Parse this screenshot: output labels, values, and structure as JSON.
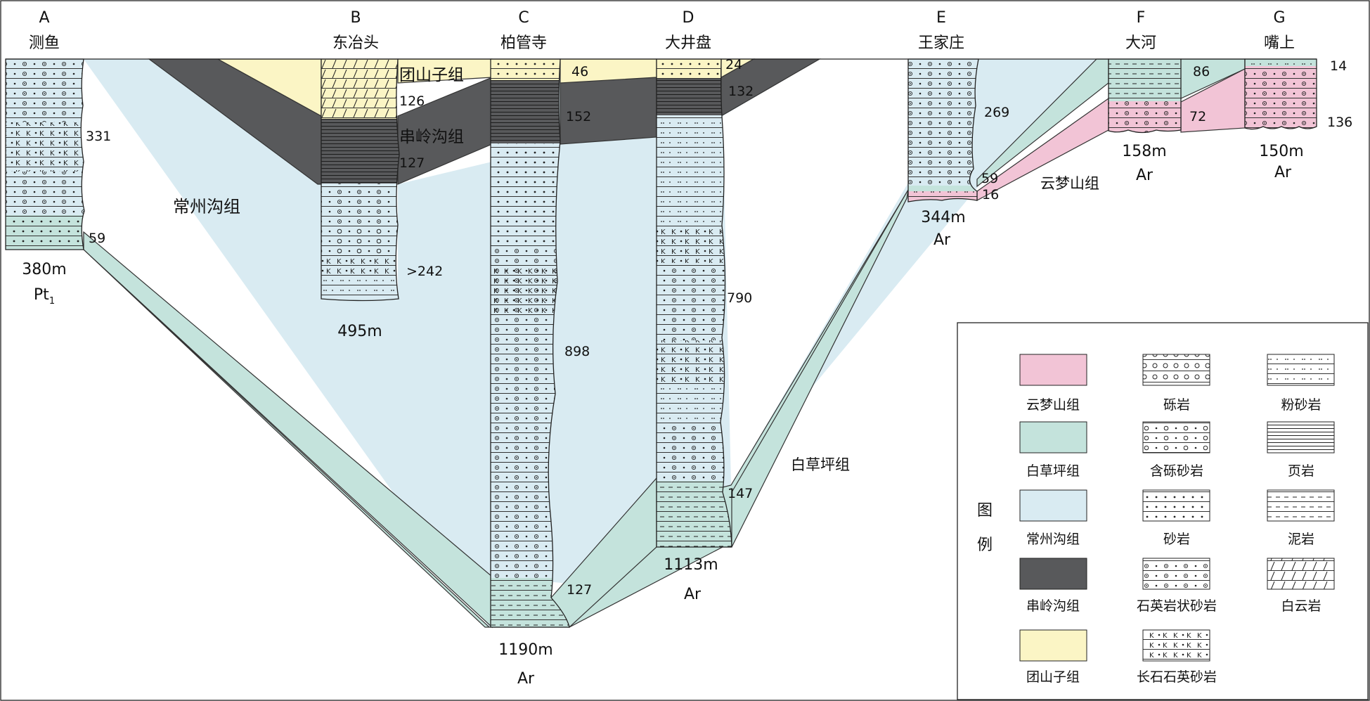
{
  "sections": [
    {
      "letter": "A",
      "name": "测鱼",
      "total": "380m",
      "base": "Pt",
      "base_sub": "1"
    },
    {
      "letter": "B",
      "name": "东冶头",
      "total": "495m",
      "base": "",
      "base_sub": ""
    },
    {
      "letter": "C",
      "name": "柏管寺",
      "total": "1190m",
      "base": "Ar",
      "base_sub": ""
    },
    {
      "letter": "D",
      "name": "大井盘",
      "total": "1113m",
      "base": "Ar",
      "base_sub": ""
    },
    {
      "letter": "E",
      "name": "王家庄",
      "total": "344m",
      "base": "Ar",
      "base_sub": ""
    },
    {
      "letter": "F",
      "name": "大河",
      "total": "158m",
      "base": "Ar",
      "base_sub": ""
    },
    {
      "letter": "G",
      "name": "嘴上",
      "total": "150m",
      "base": "Ar",
      "base_sub": ""
    }
  ],
  "thickness_labels": {
    "a_ch": "331",
    "a_bc": "59",
    "b_ts": "126",
    "b_cl": "127",
    "b_ch": ">242",
    "c_ts": "46",
    "c_cl": "152",
    "c_ch": "898",
    "c_bc": "127",
    "d_ts": "24",
    "d_cl": "132",
    "d_ch": "790",
    "d_bc": "147",
    "e_ch": "269",
    "e_bc": "59",
    "e_ym": "16",
    "f_bc": "86",
    "f_ym": "72",
    "g_bc": "14",
    "g_ym": "136"
  },
  "formation_labels": {
    "tuanshanzi": "团山子组",
    "chuanlinggou": "串岭沟组",
    "changzhougou": "常州沟组",
    "baicaoping": "白草坪组",
    "yunmengshan": "云梦山组"
  },
  "legend": {
    "title_1": "图",
    "title_2": "例",
    "formations": [
      {
        "label": "云梦山组",
        "color": "#f2c4d6"
      },
      {
        "label": "白草坪组",
        "color": "#c4e3dc"
      },
      {
        "label": "常州沟组",
        "color": "#d9ebf2"
      },
      {
        "label": "串岭沟组",
        "color": "#58595b"
      },
      {
        "label": "团山子组",
        "color": "#fbf5c5"
      }
    ],
    "lithologies": [
      {
        "label": "砾岩",
        "icon": "conglomerate-icon"
      },
      {
        "label": "含砾砂岩",
        "icon": "pebbly-sandstone-icon"
      },
      {
        "label": "砂岩",
        "icon": "sandstone-icon"
      },
      {
        "label": "石英岩状砂岩",
        "icon": "quartzitic-sandstone-icon"
      },
      {
        "label": "长石石英砂岩",
        "icon": "arkosic-sandstone-icon"
      },
      {
        "label": "粉砂岩",
        "icon": "siltstone-icon"
      },
      {
        "label": "页岩",
        "icon": "shale-icon"
      },
      {
        "label": "泥岩",
        "icon": "mudstone-icon"
      },
      {
        "label": "白云岩",
        "icon": "dolomite-icon"
      }
    ]
  }
}
